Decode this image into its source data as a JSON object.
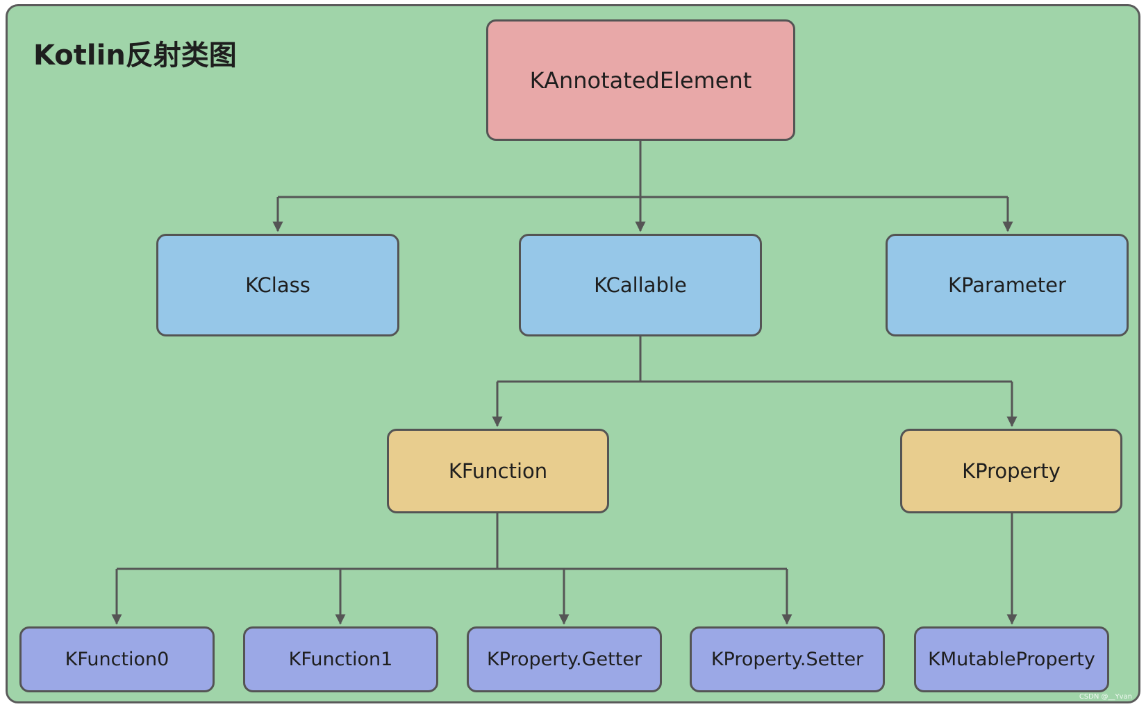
{
  "diagram": {
    "title": "Kotlin反射类图",
    "colors": {
      "background": "#a0d4a9",
      "root": "#e8a8a8",
      "level1": "#96c7e8",
      "level2": "#e8cd8e",
      "level3": "#9ba8e6",
      "border": "#545454"
    },
    "nodes": {
      "root": "KAnnotatedElement",
      "kclass": "KClass",
      "kcallable": "KCallable",
      "kparameter": "KParameter",
      "kfunction": "KFunction",
      "kproperty": "KProperty",
      "kfunction0": "KFunction0",
      "kfunction1": "KFunction1",
      "getter": "KProperty.Getter",
      "setter": "KProperty.Setter",
      "mutable": "KMutableProperty"
    },
    "edges": [
      {
        "from": "KAnnotatedElement",
        "to": "KClass"
      },
      {
        "from": "KAnnotatedElement",
        "to": "KCallable"
      },
      {
        "from": "KAnnotatedElement",
        "to": "KParameter"
      },
      {
        "from": "KCallable",
        "to": "KFunction"
      },
      {
        "from": "KCallable",
        "to": "KProperty"
      },
      {
        "from": "KFunction",
        "to": "KFunction0"
      },
      {
        "from": "KFunction",
        "to": "KFunction1"
      },
      {
        "from": "KFunction",
        "to": "KProperty.Getter"
      },
      {
        "from": "KFunction",
        "to": "KProperty.Setter"
      },
      {
        "from": "KProperty",
        "to": "KMutableProperty"
      }
    ],
    "watermark": "CSDN @__Yvan"
  }
}
